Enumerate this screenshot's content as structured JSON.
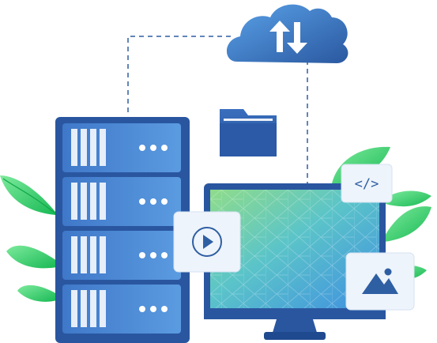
{
  "illustration": {
    "cloud": {
      "icons": [
        "arrow-up-icon",
        "arrow-down-icon"
      ]
    },
    "server_rack": {
      "unit_count": 4,
      "icons": [
        "server-unit",
        "status-dots"
      ]
    },
    "folder": {
      "icon": "folder-icon"
    },
    "monitor": {
      "screen_pattern": "triangulated-mesh"
    },
    "cards": {
      "code": {
        "label": "</>"
      },
      "video": {
        "icon": "play-icon"
      },
      "image": {
        "icon": "image-icon"
      }
    },
    "leaves": [
      "leaf-left",
      "leaf-right"
    ]
  },
  "colors": {
    "primary_blue": "#2f5fa3",
    "mid_blue": "#3f78c9",
    "light_blue": "#5fa8e6",
    "screen_teal": "#4fc1d9",
    "leaf_green": "#2fd06a",
    "card_bg": "#eef4fb",
    "stripe": "#e6eef9"
  }
}
